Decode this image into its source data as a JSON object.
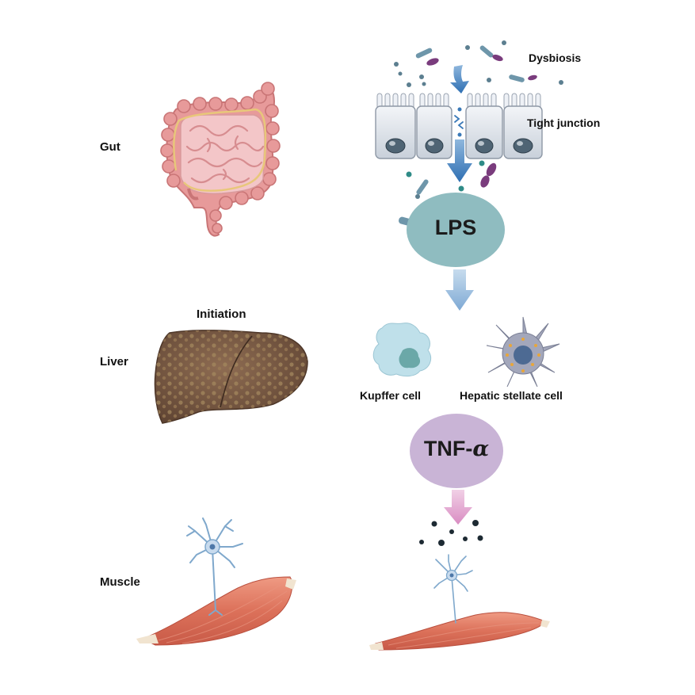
{
  "labels": {
    "gut": "Gut",
    "liver": "Liver",
    "muscle": "Muscle",
    "initiation": "Initiation",
    "dysbiosis": "Dysbiosis",
    "tight_junction": "Tight junction",
    "lps": "LPS",
    "kupffer_cell": "Kupffer cell",
    "hepatic_stellate_cell": "Hepatic stellate cell",
    "tnf_alpha": "TNF-",
    "tnf_alpha_symbol": "α"
  },
  "colors": {
    "lps_bubble": "#8fbcc0",
    "tnf_bubble": "#c9b4d6",
    "blue_arrow": "#4a86c5",
    "pink_arrow": "#d99ac8",
    "intestine": "#e8a6a4",
    "liver": "#7a5a44",
    "muscle": "#d9765e"
  },
  "icons": [
    "intestine-icon",
    "liver-icon",
    "epithelium-icon",
    "kupffer-cell-icon",
    "stellate-cell-icon",
    "neuron-icon",
    "muscle-icon",
    "bacteria-icon"
  ]
}
